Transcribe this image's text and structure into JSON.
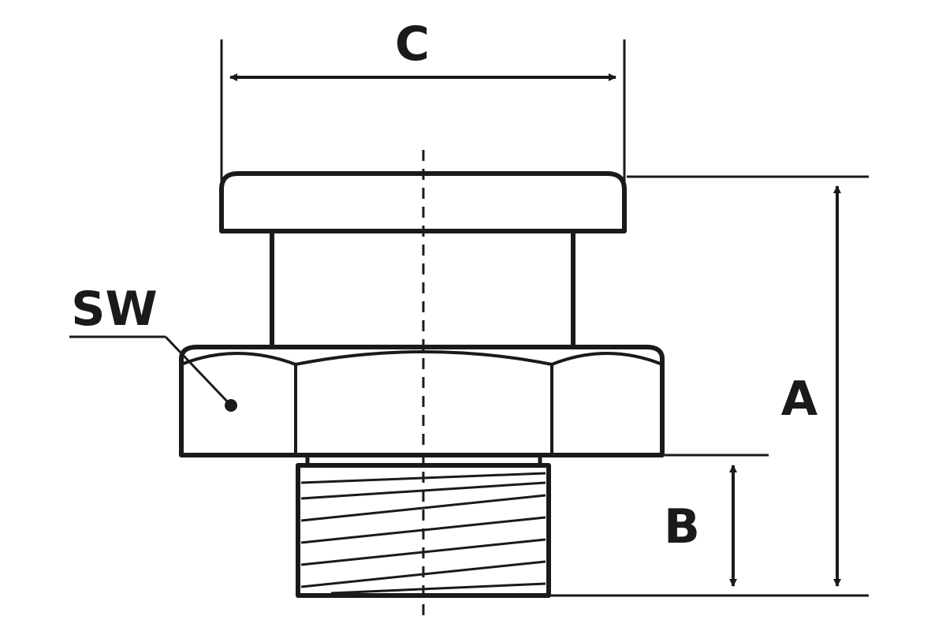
{
  "diagram": {
    "labels": {
      "width_top": "C",
      "overall_height": "A",
      "thread_length": "B",
      "wrench_size": "SW"
    },
    "line_color": "#1a1a1a",
    "background": "#ffffff"
  }
}
